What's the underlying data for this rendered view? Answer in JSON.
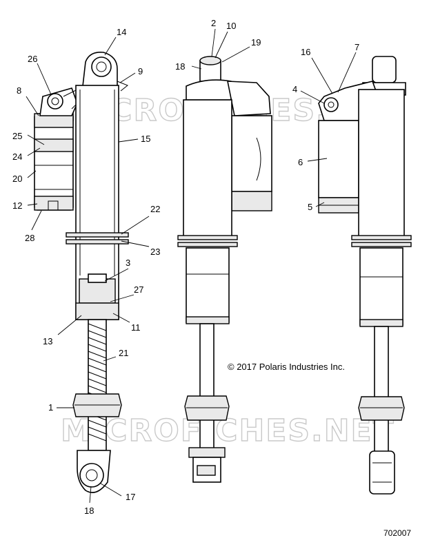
{
  "callouts": [
    {
      "id": "c14",
      "text": "14"
    },
    {
      "id": "c26",
      "text": "26"
    },
    {
      "id": "c9",
      "text": "9"
    },
    {
      "id": "c8",
      "text": "8"
    },
    {
      "id": "c25",
      "text": "25"
    },
    {
      "id": "c24",
      "text": "24"
    },
    {
      "id": "c20",
      "text": "20"
    },
    {
      "id": "c15",
      "text": "15"
    },
    {
      "id": "c12",
      "text": "12"
    },
    {
      "id": "c28",
      "text": "28"
    },
    {
      "id": "c22",
      "text": "22"
    },
    {
      "id": "c23",
      "text": "23"
    },
    {
      "id": "c3",
      "text": "3"
    },
    {
      "id": "c27",
      "text": "27"
    },
    {
      "id": "c11",
      "text": "11"
    },
    {
      "id": "c13",
      "text": "13"
    },
    {
      "id": "c21",
      "text": "21"
    },
    {
      "id": "c1",
      "text": "1"
    },
    {
      "id": "c17",
      "text": "17"
    },
    {
      "id": "c18a",
      "text": "18"
    },
    {
      "id": "c2",
      "text": "2"
    },
    {
      "id": "c10",
      "text": "10"
    },
    {
      "id": "c19",
      "text": "19"
    },
    {
      "id": "c18b",
      "text": "18"
    },
    {
      "id": "c16",
      "text": "16"
    },
    {
      "id": "c7",
      "text": "7"
    },
    {
      "id": "c4",
      "text": "4"
    },
    {
      "id": "c6",
      "text": "6"
    },
    {
      "id": "c5",
      "text": "5"
    }
  ],
  "copyright": "© 2017 Polaris Industries Inc.",
  "figure_number": "702007",
  "watermark": "MICROFICHES.NET"
}
